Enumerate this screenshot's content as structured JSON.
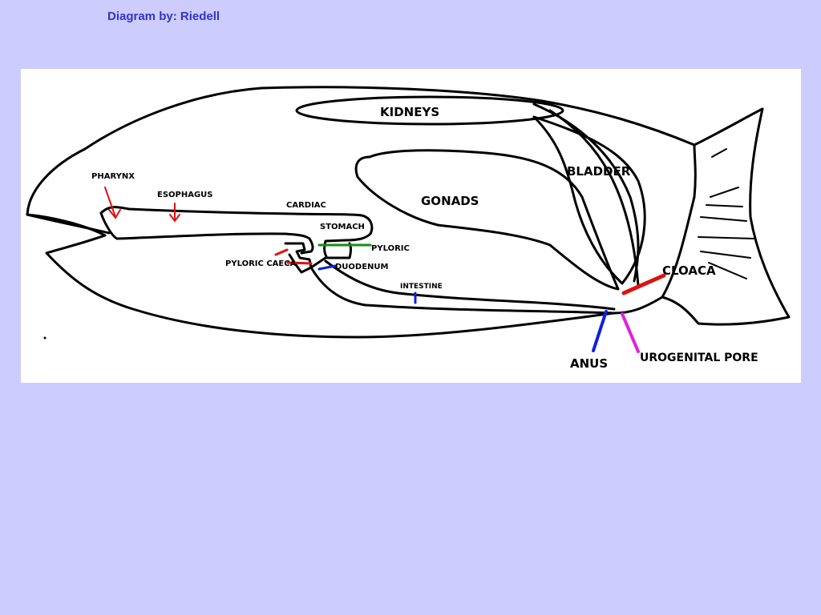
{
  "credit": "Diagram by: Riedell",
  "labels": {
    "kidneys": "KIDNEYS",
    "bladder": "BLADDER",
    "gonads": "GONADS",
    "pharynx": "PHARYNX",
    "esophagus": "ESOPHAGUS",
    "cardiac": "CARDIAC",
    "stomach": "STOMACH",
    "pyloric": "PYLORIC",
    "pyloric_caeca": "PYLORIC CAECA",
    "duodenum": "DUODENUM",
    "intestine": "INTESTINE",
    "cloaca": "CLOACA",
    "anus": "ANUS",
    "urogenital_pore": "UROGENITAL PORE"
  },
  "colors": {
    "background": "#ccccff",
    "credit": "#3333cc",
    "red": "#e01010",
    "green": "#109010",
    "blue": "#1020e0",
    "magenta": "#e020e0"
  }
}
